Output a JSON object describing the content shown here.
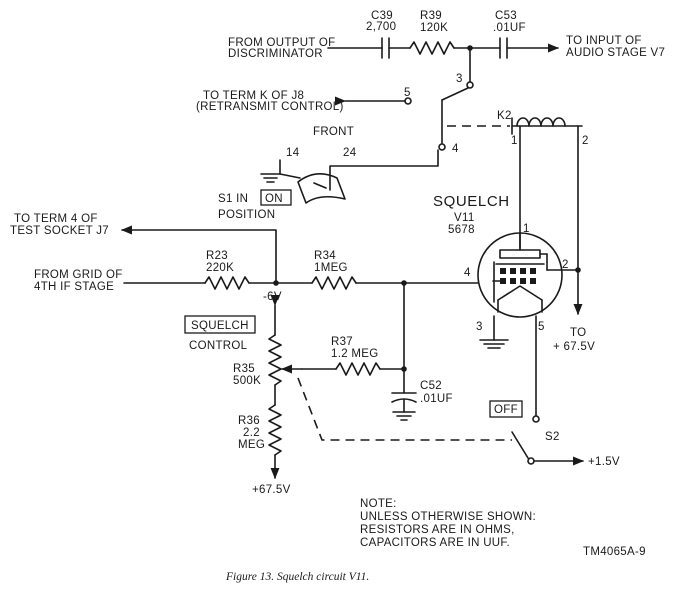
{
  "labels": {
    "from_discriminator": [
      "FROM OUTPUT OF",
      "DISCRIMINATOR"
    ],
    "to_audio": [
      "TO INPUT OF",
      "AUDIO STAGE V7"
    ],
    "c39": [
      "C39",
      "2,700"
    ],
    "r39": [
      "R39",
      "120K"
    ],
    "c53": [
      "C53",
      ".01UF"
    ],
    "to_term_k": [
      "TO TERM K OF J8",
      "(RETRANSMIT CONTROL)"
    ],
    "front": "FRONT",
    "k2": "K2",
    "s1": "S1  IN",
    "s1_on": "ON",
    "position": "POSITION",
    "squelch_title": "SQUELCH",
    "tube": [
      "V11",
      "5678"
    ],
    "to_test_socket": [
      "TO TERM 4 OF",
      "TEST SOCKET J7"
    ],
    "from_grid": [
      "FROM GRID OF",
      "4TH IF STAGE"
    ],
    "r23": [
      "R23",
      "220K"
    ],
    "r34": [
      "R34",
      "1MEG"
    ],
    "minus6v": "-6V",
    "squelch_box": "SQUELCH",
    "control": "CONTROL",
    "r37": [
      "R37",
      "1.2 MEG"
    ],
    "r35": [
      "R35",
      "500K"
    ],
    "c52": [
      "C52",
      ".01UF"
    ],
    "r36": [
      "R36",
      "2.2",
      "MEG"
    ],
    "plus675_bottom": "+67.5V",
    "to_plus675": [
      "TO",
      "+ 67.5V"
    ],
    "off_box": "OFF",
    "s2": "S2",
    "plus15v": "+1.5V",
    "pins": {
      "p3": "3",
      "p5": "5",
      "p4": "4",
      "p14": "14",
      "p24": "24",
      "k1": "1",
      "k2": "2",
      "t1": "1",
      "t2": "2",
      "t3": "3",
      "t4": "4",
      "t5": "5"
    },
    "note": [
      "NOTE:",
      "UNLESS OTHERWISE SHOWN:",
      "RESISTORS ARE IN OHMS,",
      "CAPACITORS ARE IN UUF."
    ],
    "drawing_id": "TM4065A-9",
    "caption": "Figure 13.   Squelch circuit V11."
  }
}
